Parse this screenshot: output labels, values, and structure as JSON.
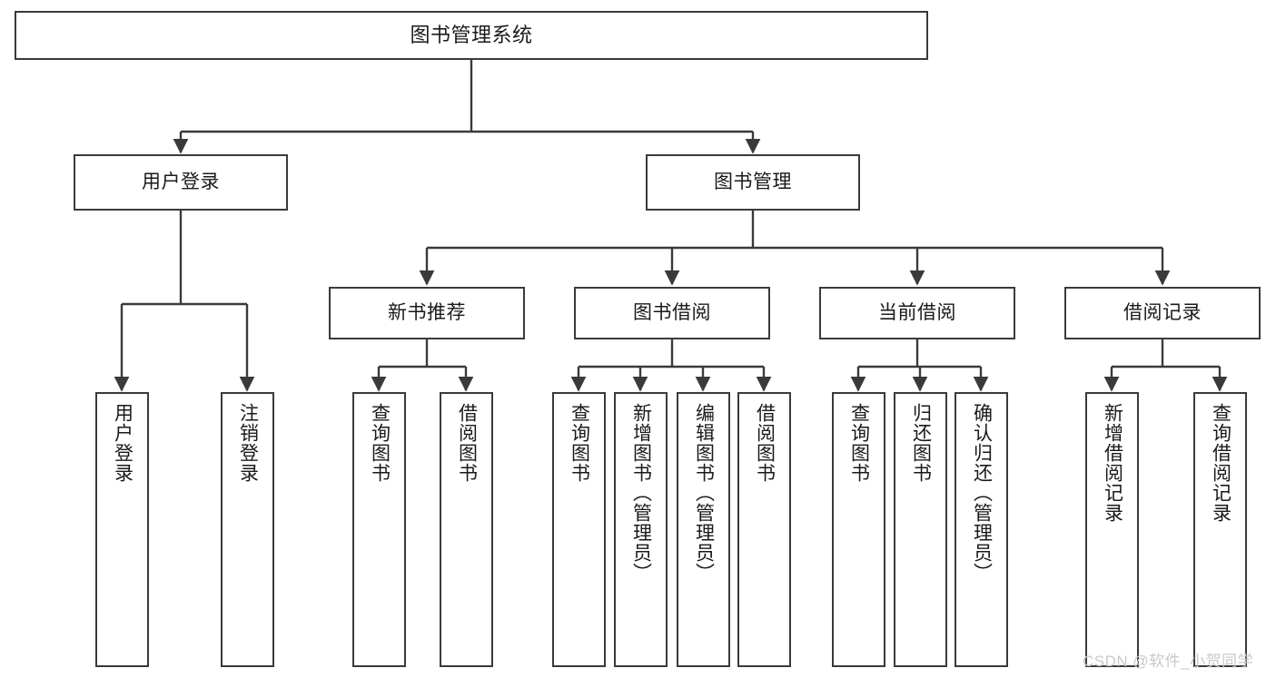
{
  "diagram": {
    "title": "图书管理系统",
    "type": "tree-hierarchy-chart",
    "line_color": "#3a3a3a",
    "box_fill": "#ffffff",
    "text_color": "#1a1a1a",
    "root": {
      "id": "root",
      "label": "图书管理系统"
    },
    "level2": [
      {
        "id": "user-login",
        "label": "用户登录"
      },
      {
        "id": "book-management",
        "label": "图书管理"
      }
    ],
    "level3": [
      {
        "id": "new-book-recommend",
        "label": "新书推荐"
      },
      {
        "id": "book-borrow",
        "label": "图书借阅"
      },
      {
        "id": "current-borrow",
        "label": "当前借阅"
      },
      {
        "id": "borrow-record",
        "label": "借阅记录"
      }
    ],
    "leaves": {
      "user_login": [
        {
          "id": "leaf-user-login",
          "label": "用户登录"
        },
        {
          "id": "leaf-user-logout",
          "label": "注销登录"
        }
      ],
      "new_book_recommend": [
        {
          "id": "leaf-query-book-1",
          "label": "查询图书"
        },
        {
          "id": "leaf-borrow-book-1",
          "label": "借阅图书"
        }
      ],
      "book_borrow": [
        {
          "id": "leaf-query-book-2",
          "label": "查询图书"
        },
        {
          "id": "leaf-add-book",
          "label": "新增图书（管理员）"
        },
        {
          "id": "leaf-edit-book",
          "label": "编辑图书（管理员）"
        },
        {
          "id": "leaf-borrow-book-2",
          "label": "借阅图书"
        }
      ],
      "current_borrow": [
        {
          "id": "leaf-query-book-3",
          "label": "查询图书"
        },
        {
          "id": "leaf-return-book",
          "label": "归还图书"
        },
        {
          "id": "leaf-confirm-return",
          "label": "确认归还（管理员）"
        }
      ],
      "borrow_record": [
        {
          "id": "leaf-add-record",
          "label": "新增借阅记录"
        },
        {
          "id": "leaf-query-record",
          "label": "查询借阅记录"
        }
      ]
    }
  },
  "watermark": {
    "text": "CSDN @软件_小贺同学"
  }
}
